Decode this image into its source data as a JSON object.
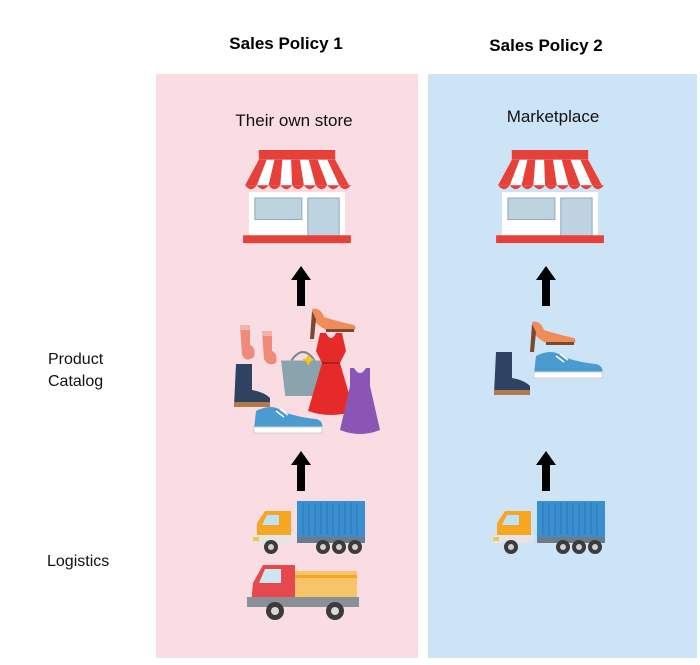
{
  "columns": [
    {
      "title": "Sales Policy 1",
      "store_label": "Their own store",
      "bg": "#fadde3"
    },
    {
      "title": "Sales Policy 2",
      "store_label": "Marketplace",
      "bg": "#cde4f7"
    }
  ],
  "rows": {
    "product_catalog": {
      "line1": "Product",
      "line2": "Catalog"
    },
    "logistics": "Logistics"
  },
  "icons": [
    "store-icon",
    "up-arrow-icon",
    "socks-icon",
    "boot-icon",
    "shopping-bag-icon",
    "dress-icon",
    "heel-shoe-icon",
    "sneaker-icon",
    "container-truck-icon",
    "delivery-truck-icon"
  ],
  "colors": {
    "awning_red": "#e5403a",
    "boot_navy": "#2f4261",
    "sneaker_blue": "#4a9bd0",
    "truck_orange": "#f6a623",
    "container_blue": "#3a8fd1",
    "truck_red": "#e5484d"
  }
}
